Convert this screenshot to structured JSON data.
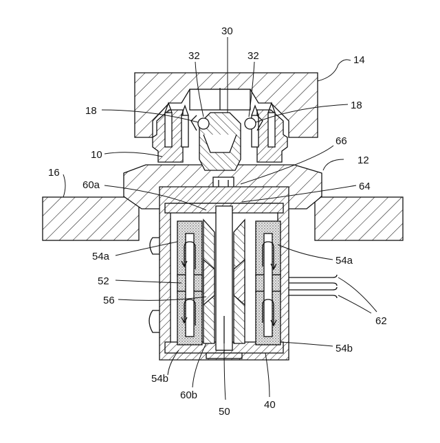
{
  "diagram": {
    "labels": {
      "l30": "30",
      "l32a": "32",
      "l32b": "32",
      "l14": "14",
      "l18a": "18",
      "l18b": "18",
      "l66": "66",
      "l10": "10",
      "l12": "12",
      "l16": "16",
      "l60a": "60a",
      "l64": "64",
      "l54a_left": "54a",
      "l54a_right": "54a",
      "l52": "52",
      "l56": "56",
      "l62": "62",
      "l54b_left": "54b",
      "l54b_right": "54b",
      "l60b": "60b",
      "l50": "50",
      "l40": "40"
    },
    "colors": {
      "line": "#111111",
      "dotted_fill": "#d9d9d9",
      "paper": "#ffffff"
    }
  }
}
